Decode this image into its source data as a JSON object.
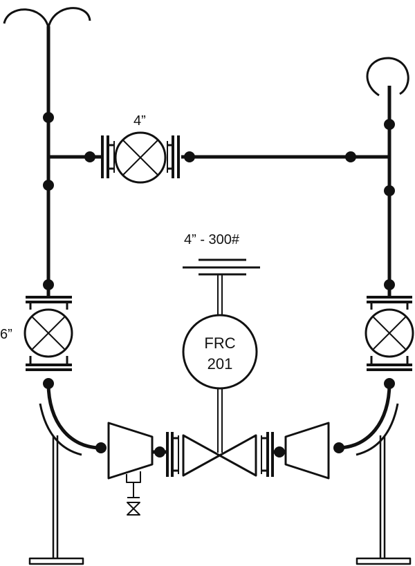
{
  "labels": {
    "bypass_valve_size": "4”",
    "control_valve_rating": "4” - 300#",
    "isolation_valve_size": "6”",
    "instrument_tag_line1": "FRC",
    "instrument_tag_line2": "201"
  },
  "colors": {
    "line": "#111111",
    "background": "#ffffff"
  }
}
